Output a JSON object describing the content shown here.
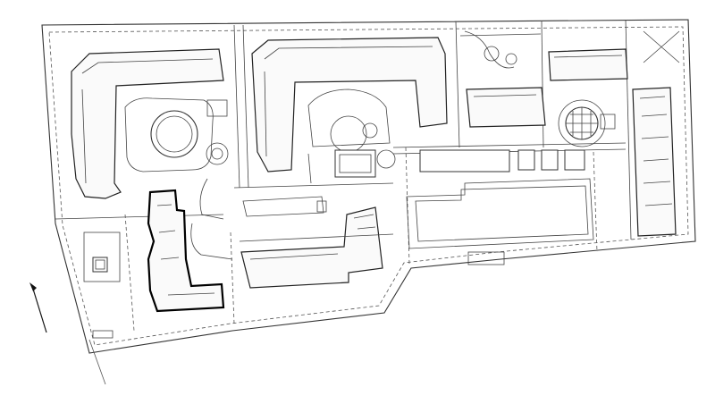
{
  "plan": {
    "stroke_color": "#333333",
    "highlight_stroke_color": "#000000",
    "background_color": "#ffffff"
  },
  "north_arrow": {
    "icon": "north-arrow-icon"
  },
  "buildings": [
    {
      "name": "building-northwest",
      "highlighted": false
    },
    {
      "name": "building-north-central",
      "highlighted": false
    },
    {
      "name": "building-north-east-small",
      "highlighted": false
    },
    {
      "name": "building-center-east",
      "highlighted": false
    },
    {
      "name": "building-east",
      "highlighted": false
    },
    {
      "name": "building-south-central",
      "highlighted": false
    },
    {
      "name": "building-southwest",
      "highlighted": true
    }
  ]
}
